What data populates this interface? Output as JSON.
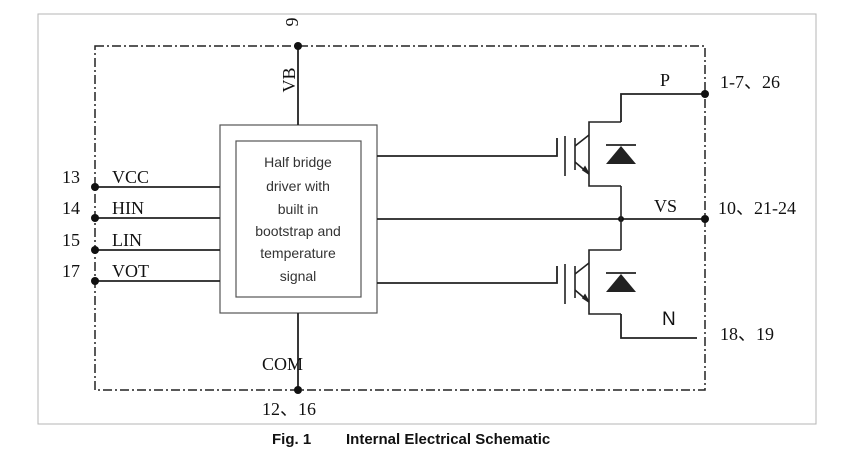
{
  "pins": {
    "vb_num": "9",
    "vb_name": "VB",
    "vcc_num": "13",
    "vcc_name": "VCC",
    "hin_num": "14",
    "hin_name": "HIN",
    "lin_num": "15",
    "lin_name": "LIN",
    "vot_num": "17",
    "vot_name": "VOT",
    "com_name": "COM",
    "com_num": "12、16",
    "p_name": "P",
    "p_num": "1-7、26",
    "vs_name": "VS",
    "vs_num": "10、21-24",
    "n_name": "N",
    "n_num": "18、19"
  },
  "driver_box": {
    "lines": [
      "Half bridge",
      "driver with",
      "built in",
      "bootstrap and",
      "temperature",
      "signal"
    ]
  },
  "caption": {
    "fig": "Fig. 1",
    "title": "Internal Electrical Schematic"
  }
}
